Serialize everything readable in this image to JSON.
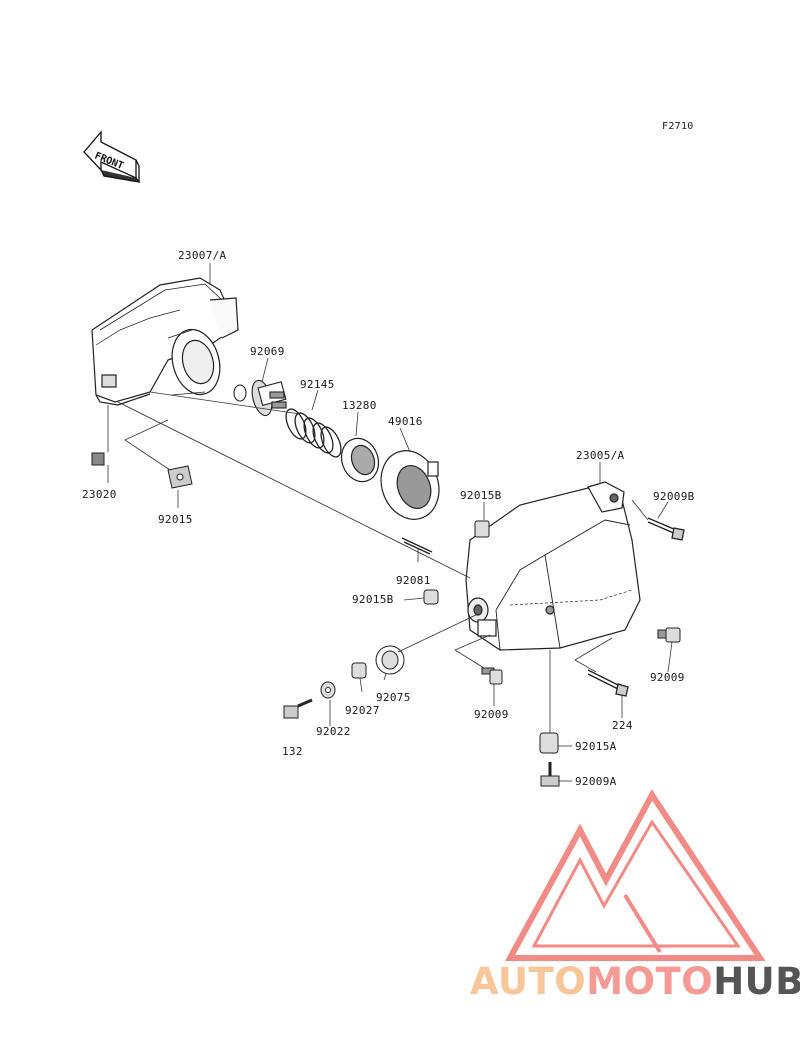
{
  "diagram": {
    "ref_code": "F2710",
    "front_arrow_label": "FRONT",
    "part_labels": {
      "p23007A": "23007/A",
      "p92069": "92069",
      "p92145": "92145",
      "p13280": "13280",
      "p49016": "49016",
      "p23005A": "23005/A",
      "p23020": "23020",
      "p92015": "92015",
      "p92015B_1": "92015B",
      "p92009B": "92009B",
      "p92081": "92081",
      "p92015B_2": "92015B",
      "p92009_1": "92009",
      "p92009_2": "92009",
      "p92075": "92075",
      "p92027": "92027",
      "p92022": "92022",
      "p132": "132",
      "p224": "224",
      "p92015A": "92015A",
      "p92009A": "92009A"
    }
  },
  "watermark": {
    "part1": "AUTO",
    "part2": "MOTO",
    "part3": "HUB",
    "colors": {
      "auto": "#f7c79a",
      "moto": "#f59a95",
      "hub": "#555555",
      "triangle": "#f28a85"
    }
  }
}
